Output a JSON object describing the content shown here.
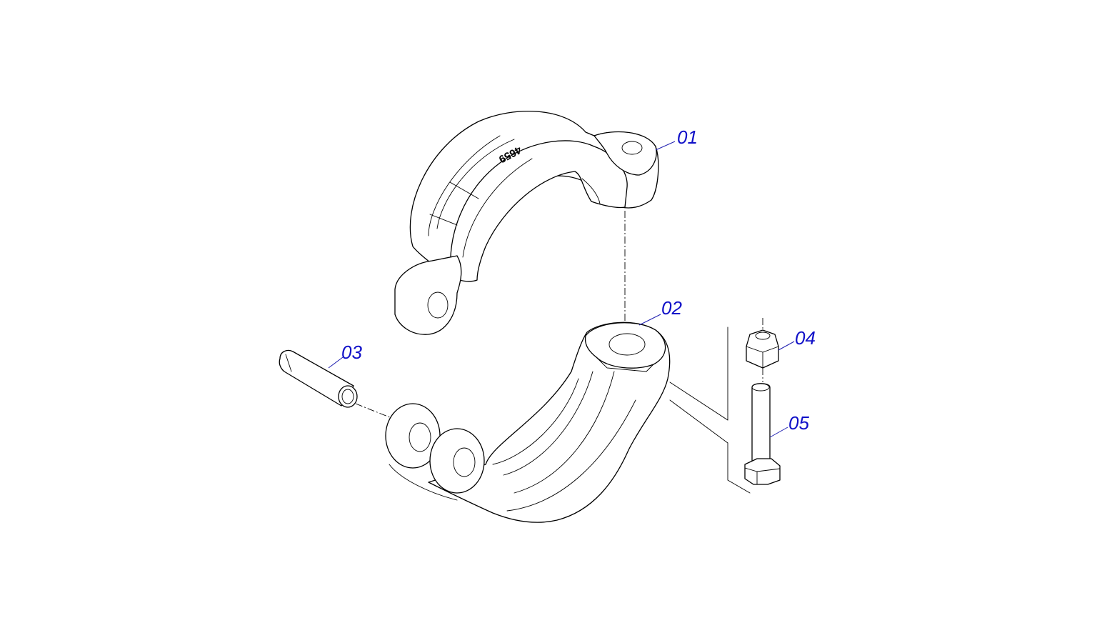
{
  "drawing": {
    "engraved_marking": "4659",
    "callouts": [
      {
        "id": "01",
        "label": "01",
        "part": "upper clamp half"
      },
      {
        "id": "02",
        "label": "02",
        "part": "lower clamp half"
      },
      {
        "id": "03",
        "label": "03",
        "part": "hinge pin"
      },
      {
        "id": "04",
        "label": "04",
        "part": "lock nut"
      },
      {
        "id": "05",
        "label": "05",
        "part": "hex bolt"
      }
    ],
    "colors": {
      "line": "#000000",
      "callout_text": "#1010c8",
      "leader": "#1f1fb0",
      "background": "#ffffff"
    }
  }
}
